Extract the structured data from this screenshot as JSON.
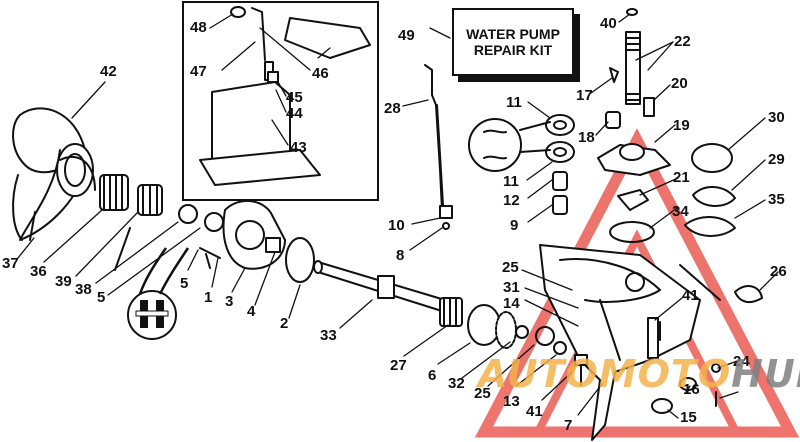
{
  "kit_box": {
    "line1": "WATER PUMP",
    "line2": "REPAIR KIT"
  },
  "watermark": {
    "part1": "AUTOMOTO",
    "part2": "HUB",
    "accent": "#f4b24c",
    "gray": "#7f7f7f",
    "triangle": "#e8463c"
  },
  "labels": {
    "p1": "1",
    "p2": "2",
    "p3": "3",
    "p4": "4",
    "p5a": "5",
    "p5b": "5",
    "p6": "6",
    "p7": "7",
    "p8": "8",
    "p9": "9",
    "p10": "10",
    "p11a": "11",
    "p11b": "11",
    "p12": "12",
    "p13": "13",
    "p14": "14",
    "p15": "15",
    "p16": "16",
    "p17": "17",
    "p18": "18",
    "p19": "19",
    "p20": "20",
    "p21": "21",
    "p22": "22",
    "p24": "24",
    "p25a": "25",
    "p25b": "25",
    "p26": "26",
    "p27": "27",
    "p28": "28",
    "p29": "29",
    "p30": "30",
    "p31": "31",
    "p32": "32",
    "p33": "33",
    "p34": "34",
    "p35": "35",
    "p36": "36",
    "p37": "37",
    "p38": "38",
    "p39": "39",
    "p40": "40",
    "p41a": "41",
    "p41b": "41",
    "p42": "42",
    "p43": "43",
    "p44": "44",
    "p45": "45",
    "p46": "46",
    "p47": "47",
    "p48": "48",
    "p49": "49"
  }
}
